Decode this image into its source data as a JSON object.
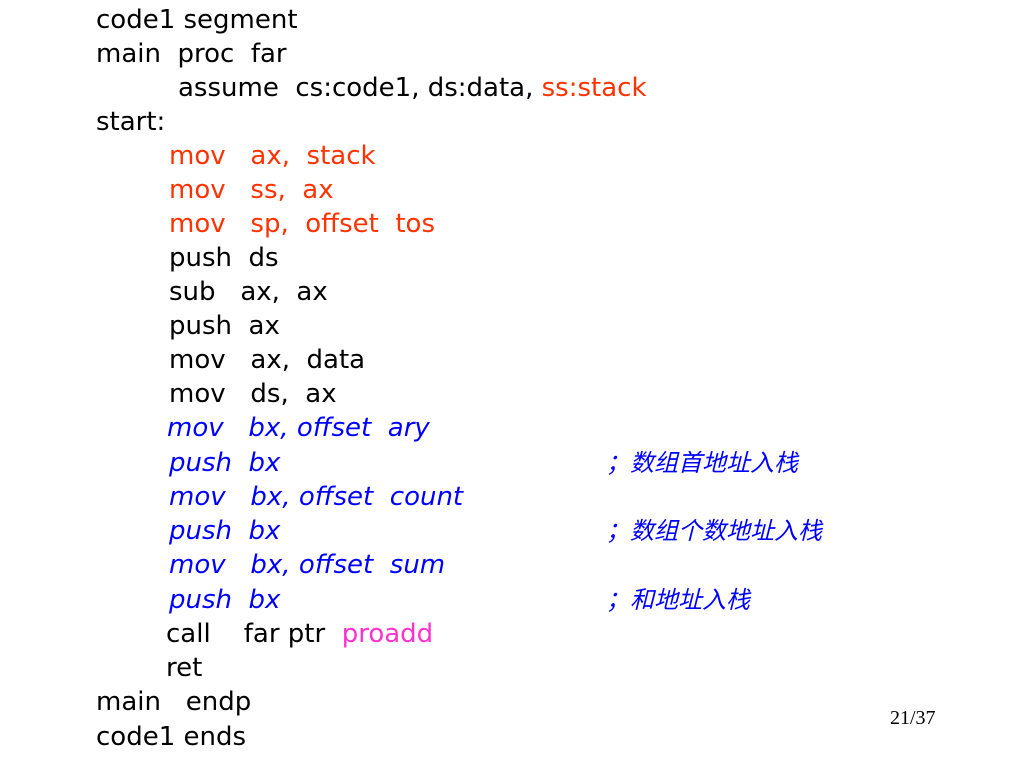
{
  "colors": {
    "default": "#000000",
    "highlight_red": "#ff3300",
    "highlight_blue": "#0000ff",
    "highlight_magenta": "#ff33cc"
  },
  "code": {
    "l1": "code1 segment",
    "l2": "main  proc  far",
    "l3_a": "assume  cs:code1, ds:data, ",
    "l3_b": "ss:stack",
    "l4": "start:",
    "l5": "mov   ax,  stack",
    "l6": "mov   ss,  ax",
    "l7": "mov   sp,  offset  tos",
    "l8": "push  ds",
    "l9": "sub   ax,  ax",
    "l10": "push  ax",
    "l11": "mov   ax,  data",
    "l12": "mov   ds,  ax",
    "l13": "mov   bx, offset  ary",
    "l14": "push  bx",
    "l15": "mov   bx, offset  count",
    "l16": "push  bx",
    "l17": "mov   bx, offset  sum",
    "l18": "push  bx",
    "l19_a": "call    far ptr  ",
    "l19_b": "proadd",
    "l20": "ret",
    "l21": "main   endp",
    "l22": "code1 ends"
  },
  "comments": {
    "c14": "；数组首地址入栈",
    "c16": "；数组个数地址入栈",
    "c18": "；和地址入栈"
  },
  "page": {
    "number": "21/37"
  }
}
